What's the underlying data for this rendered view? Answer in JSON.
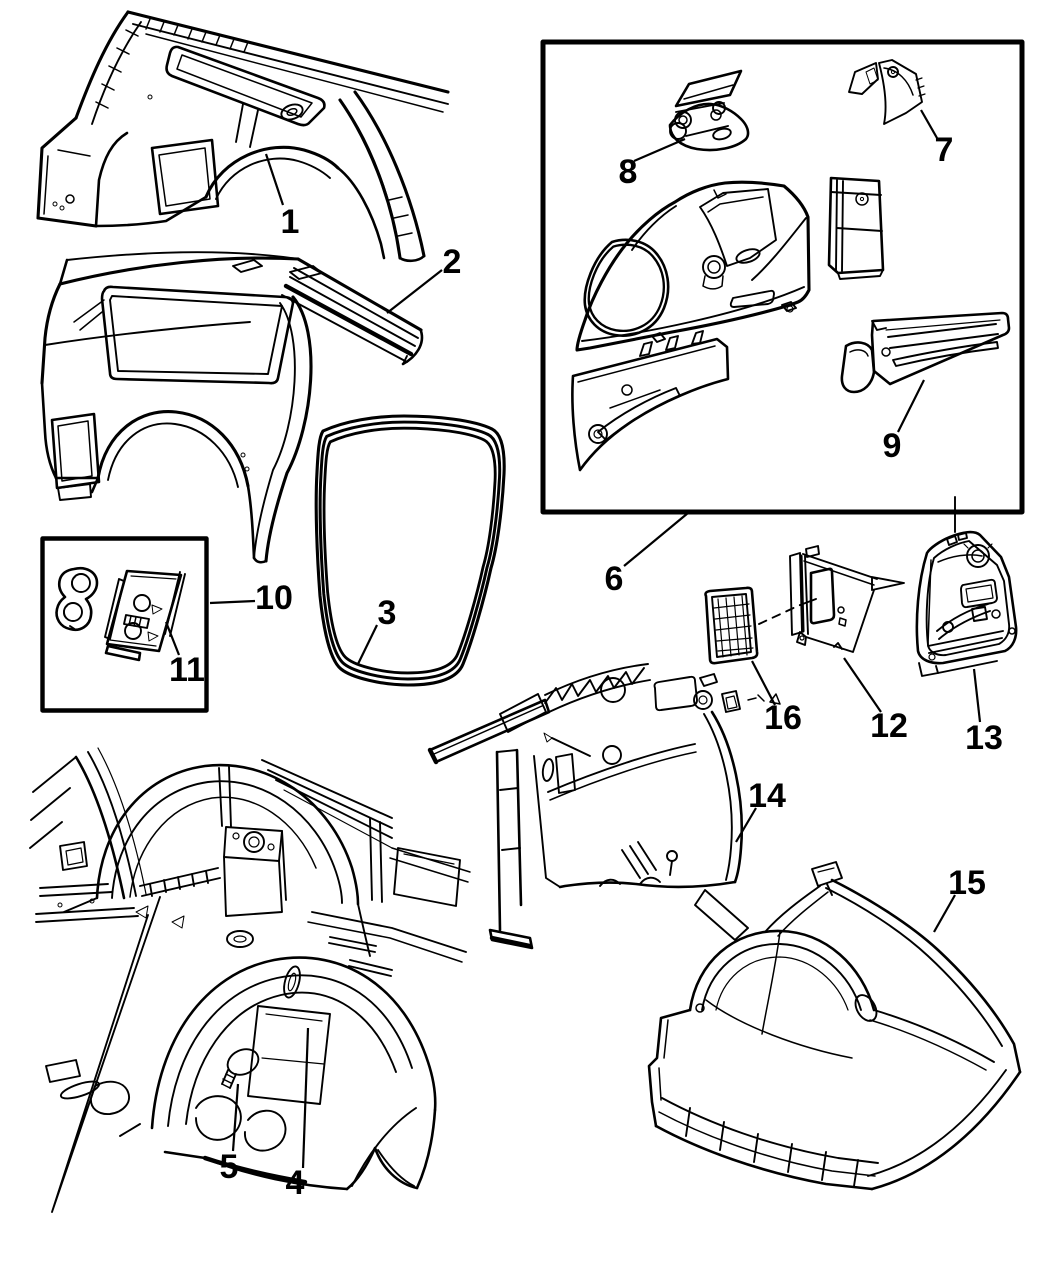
{
  "diagram": {
    "colors": {
      "background": "#ffffff",
      "ink": "#000000"
    },
    "callouts": [
      {
        "label": "1"
      },
      {
        "label": "2"
      },
      {
        "label": "3"
      },
      {
        "label": "4"
      },
      {
        "label": "5"
      },
      {
        "label": "6"
      },
      {
        "label": "7"
      },
      {
        "label": "8"
      },
      {
        "label": "9"
      },
      {
        "label": "10"
      },
      {
        "label": "11"
      },
      {
        "label": "12"
      },
      {
        "label": "13"
      },
      {
        "label": "14"
      },
      {
        "label": "15"
      },
      {
        "label": "16"
      }
    ]
  }
}
